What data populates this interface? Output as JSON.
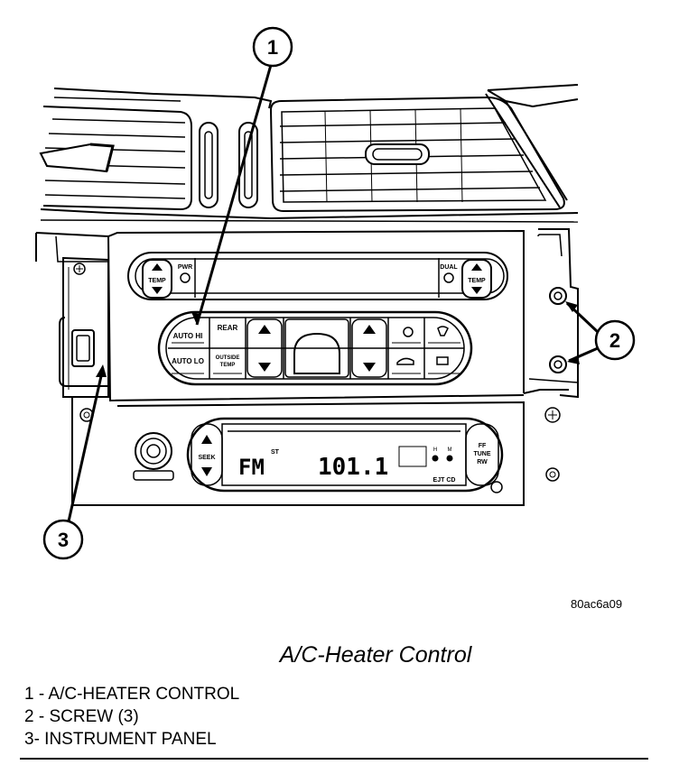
{
  "figure": {
    "code": "80ac6a09",
    "title": "A/C-Heater Control"
  },
  "callouts": [
    "1",
    "2",
    "3"
  ],
  "legend": [
    "1 - A/C-HEATER CONTROL",
    "2 - SCREW (3)",
    "3- INSTRUMENT PANEL"
  ],
  "hvac": {
    "temp_left": "TEMP",
    "pwr": "PWR",
    "dual": "DUAL",
    "temp_right": "TEMP",
    "auto_hi": "AUTO HI",
    "auto_lo": "AUTO LO",
    "rear": "REAR",
    "outside_temp_1": "OUTSIDE",
    "outside_temp_2": "TEMP"
  },
  "radio": {
    "seek": "SEEK",
    "band": "FM",
    "stereo": "ST",
    "frequency": "101.1",
    "indicator_left": "H",
    "indicator_right": "M",
    "eject": "EJT CD",
    "ff_tune_rw_1": "FF",
    "ff_tune_rw_2": "TUNE",
    "ff_tune_rw_3": "RW"
  }
}
